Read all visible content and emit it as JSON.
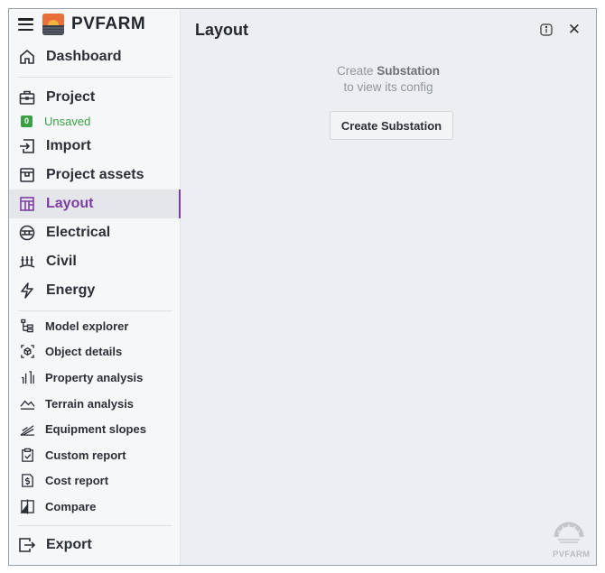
{
  "app": {
    "brand": "PVFARM"
  },
  "sidebar": {
    "top_items": [
      {
        "label": "Dashboard",
        "icon": "home-icon"
      }
    ],
    "project": {
      "label": "Project",
      "status_badge": "0",
      "status_text": "Unsaved"
    },
    "nav_items": [
      {
        "label": "Import",
        "icon": "import-icon"
      },
      {
        "label": "Project assets",
        "icon": "box-icon"
      },
      {
        "label": "Layout",
        "icon": "layout-icon",
        "active": true
      },
      {
        "label": "Electrical",
        "icon": "electrical-icon"
      },
      {
        "label": "Civil",
        "icon": "civil-icon"
      },
      {
        "label": "Energy",
        "icon": "lightning-icon"
      }
    ],
    "tools": [
      {
        "label": "Model explorer",
        "icon": "tree-icon"
      },
      {
        "label": "Object details",
        "icon": "object-focus-icon"
      },
      {
        "label": "Property analysis",
        "icon": "property-bars-icon"
      },
      {
        "label": "Terrain analysis",
        "icon": "terrain-icon"
      },
      {
        "label": "Equipment slopes",
        "icon": "slope-icon"
      },
      {
        "label": "Custom report",
        "icon": "clipboard-check-icon"
      },
      {
        "label": "Cost report",
        "icon": "dollar-doc-icon"
      },
      {
        "label": "Compare",
        "icon": "compare-icon"
      }
    ],
    "export": {
      "label": "Export",
      "icon": "export-icon"
    }
  },
  "main": {
    "title": "Layout",
    "empty_line1_prefix": "Create ",
    "empty_line1_bold": "Substation",
    "empty_line2": "to view its config",
    "create_button": "Create Substation",
    "watermark": "PVFARM"
  },
  "colors": {
    "accent": "#7b3fa3",
    "status_green": "#3aa043"
  }
}
